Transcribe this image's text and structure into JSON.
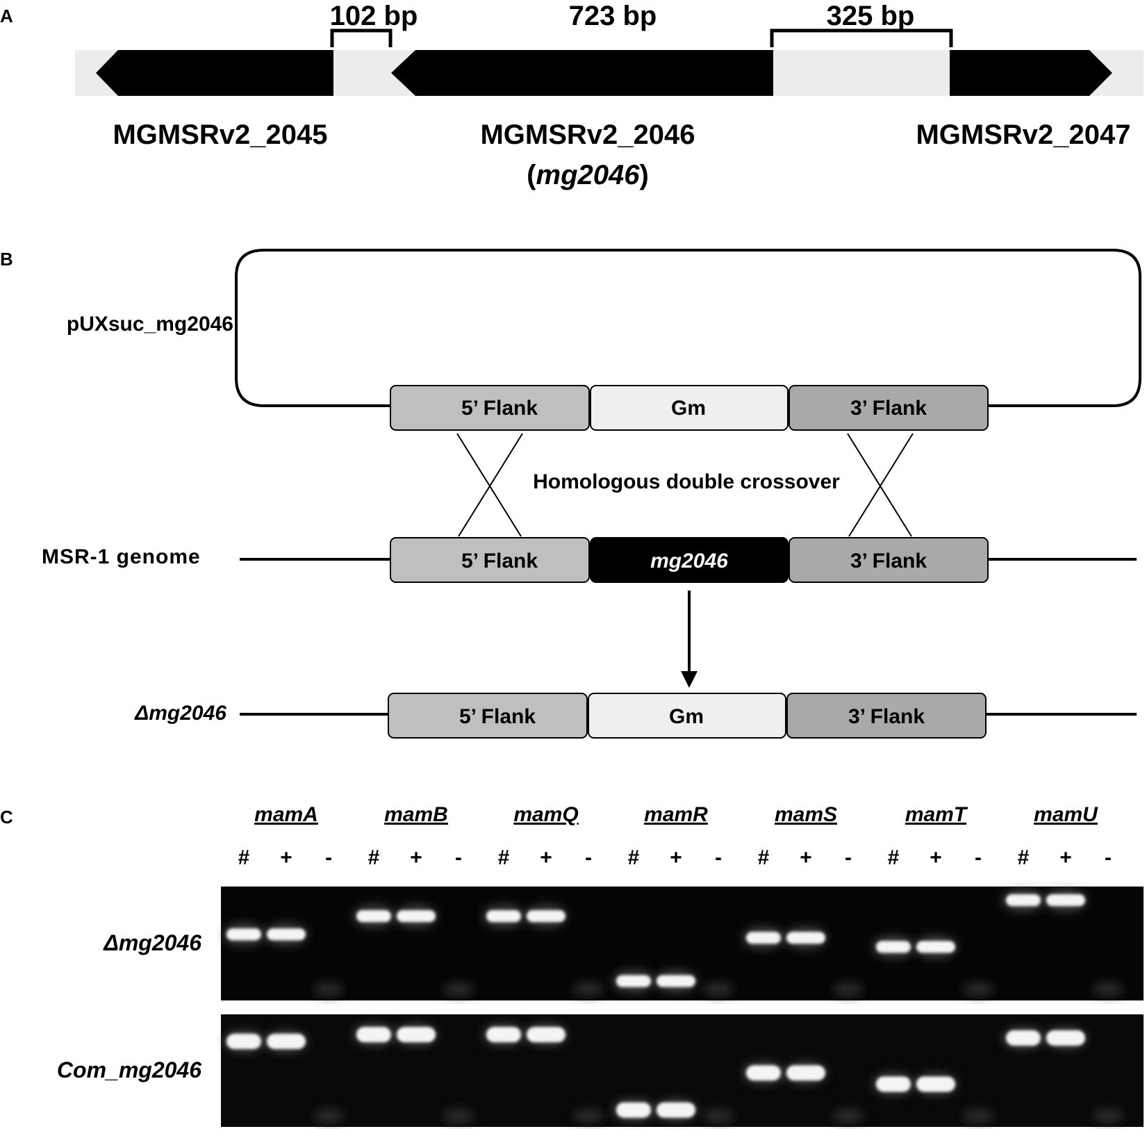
{
  "panels": {
    "a": "A",
    "b": "B",
    "c": "C"
  },
  "panel_a": {
    "intergenic": [
      {
        "size": "102 bp"
      },
      {
        "size": "325 bp"
      }
    ],
    "gene_size": "723 bp",
    "genes": [
      {
        "name": "MGMSRv2_2045"
      },
      {
        "name": "MGMSRv2_2046",
        "alias": "mg2046"
      },
      {
        "name": "MGMSRv2_2047"
      }
    ],
    "colors": {
      "gene": "#000000",
      "intergenic": "#ececec"
    }
  },
  "panel_b": {
    "plasmid_label": "pUXsuc_mg2046",
    "plasmid_boxes": [
      "5’ Flank",
      "Gm",
      "3’ Flank"
    ],
    "crossover_label": "Homologous double crossover",
    "genome_label": "MSR-1 genome",
    "genome_boxes": [
      "5’ Flank",
      "mg2046",
      "3’ Flank"
    ],
    "mutant_label": "Δmg2046",
    "mutant_boxes": [
      "5’ Flank",
      "Gm",
      "3’ Flank"
    ],
    "colors": {
      "flank": "#bfbfbf",
      "gm": "#efefef",
      "target": "#000000"
    }
  },
  "panel_c": {
    "genes": [
      "mamA",
      "mamB",
      "mamQ",
      "mamR",
      "mamS",
      "mamT",
      "mamU"
    ],
    "lane_symbols": [
      "#",
      "+",
      "-"
    ],
    "rows": [
      {
        "label": "Δmg2046",
        "band_level": [
          0.58,
          0.74,
          0.74,
          0.17,
          0.55,
          0.47,
          0.88
        ]
      },
      {
        "label": "Com_mg2046",
        "band_level": [
          0.76,
          0.82,
          0.82,
          0.15,
          0.48,
          0.38,
          0.79
        ]
      }
    ]
  }
}
